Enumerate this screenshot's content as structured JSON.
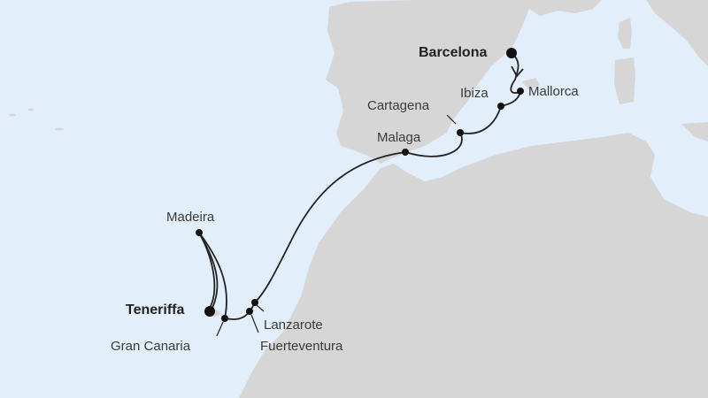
{
  "map": {
    "colors": {
      "sea": "#e3eefb",
      "land": "#d6d6d6",
      "route": "#222222",
      "label": "#3a3a3a"
    },
    "ports": [
      {
        "name": "Barcelona",
        "type": "start"
      },
      {
        "name": "Mallorca",
        "type": "stop"
      },
      {
        "name": "Ibiza",
        "type": "stop"
      },
      {
        "name": "Cartagena",
        "type": "stop"
      },
      {
        "name": "Malaga",
        "type": "stop"
      },
      {
        "name": "Lanzarote",
        "type": "stop"
      },
      {
        "name": "Fuerteventura",
        "type": "stop"
      },
      {
        "name": "Gran Canaria",
        "type": "stop"
      },
      {
        "name": "Madeira",
        "type": "stop"
      },
      {
        "name": "Teneriffa",
        "type": "end"
      }
    ]
  }
}
